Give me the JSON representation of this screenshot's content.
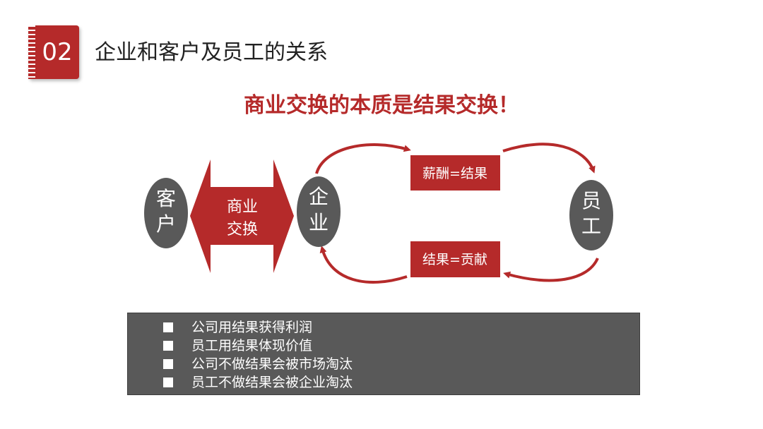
{
  "header": {
    "section_number": "02",
    "title": "企业和客户及员工的关系"
  },
  "headline": "商业交换的本质是结果交换！",
  "diagram": {
    "customer_lines": [
      "客",
      "户"
    ],
    "exchange_lines": [
      "商业",
      "交换"
    ],
    "enterprise_lines": [
      "企",
      "业"
    ],
    "employee_lines": [
      "员",
      "工"
    ],
    "salary_label": "薪酬=结果",
    "contribution_label": "结果=贡献"
  },
  "bullets": [
    "公司用结果获得利润",
    "员工用结果体现价值",
    "公司不做结果会被市场淘汰",
    "员工不做结果会被企业淘汰"
  ],
  "colors": {
    "accent": "#b52a2a",
    "node_gray": "#595959",
    "panel_gray": "#595959"
  }
}
